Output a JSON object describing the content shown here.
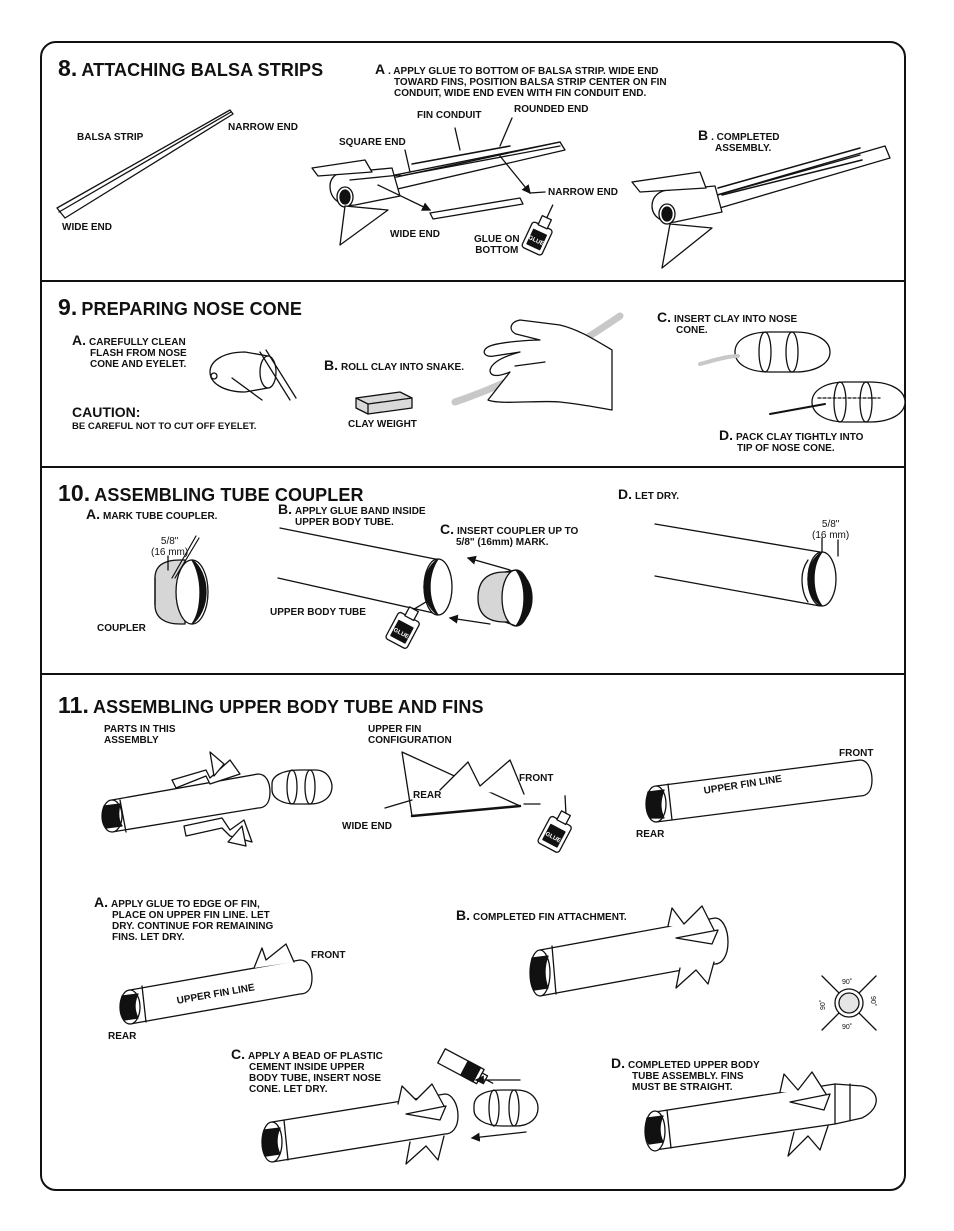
{
  "sections": {
    "s8": {
      "number": "8.",
      "title": "ATTACHING BALSA STRIPS",
      "labels": {
        "balsa_strip": "BALSA STRIP",
        "narrow_end": "NARROW END",
        "wide_end": "WIDE END",
        "fin_conduit": "FIN CONDUIT",
        "rounded_end": "ROUNDED END",
        "square_end": "SQUARE END",
        "narrow_end_2": "NARROW END",
        "wide_end_2": "WIDE END",
        "glue_on_bottom_1": "GLUE ON",
        "glue_on_bottom_2": "BOTTOM"
      },
      "steps": {
        "a_letter": "A",
        "a_line1": ". APPLY GLUE TO BOTTOM OF BALSA STRIP.  WIDE END",
        "a_line2": "TOWARD FINS, POSITION BALSA STRIP CENTER ON FIN",
        "a_line3": "CONDUIT, WIDE END EVEN WITH FIN CONDUIT END.",
        "b_letter": "B",
        "b_line1": ". COMPLETED",
        "b_line2": "ASSEMBLY."
      }
    },
    "s9": {
      "number": "9.",
      "title": "PREPARING NOSE CONE",
      "steps": {
        "a_letter": "A.",
        "a_line1": "CAREFULLY CLEAN",
        "a_line2": "FLASH FROM NOSE",
        "a_line3": "CONE AND EYELET.",
        "b_letter": "B.",
        "b_line1": "ROLL CLAY INTO SNAKE.",
        "c_letter": "C.",
        "c_line1": "INSERT CLAY INTO NOSE",
        "c_line2": "CONE.",
        "d_letter": "D.",
        "d_line1": "PACK CLAY TIGHTLY INTO",
        "d_line2": "TIP OF NOSE CONE."
      },
      "caution_heading": "CAUTION:",
      "caution_text": "BE CAREFUL NOT TO CUT OFF EYELET.",
      "clay_weight": "CLAY WEIGHT"
    },
    "s10": {
      "number": "10.",
      "title": "ASSEMBLING TUBE COUPLER",
      "steps": {
        "a_letter": "A.",
        "a_line1": "MARK TUBE COUPLER.",
        "b_letter": "B.",
        "b_line1": "APPLY GLUE BAND INSIDE",
        "b_line2": "UPPER BODY TUBE.",
        "c_letter": "C.",
        "c_line1": "INSERT COUPLER UP TO",
        "c_line2": "5/8\" (16mm) MARK.",
        "d_letter": "D.",
        "d_line1": "LET DRY."
      },
      "labels": {
        "measure_a1": "5/8\"",
        "measure_a2": "(16 mm)",
        "coupler": "COUPLER",
        "upper_body_tube": "UPPER BODY TUBE",
        "measure_d1": "5/8\"",
        "measure_d2": "(16 mm)"
      }
    },
    "s11": {
      "number": "11.",
      "title": "ASSEMBLING UPPER BODY TUBE AND FINS",
      "labels": {
        "parts_1": "PARTS IN THIS",
        "parts_2": "ASSEMBLY",
        "config_1": "UPPER FIN",
        "config_2": "CONFIGURATION",
        "front_1": "FRONT",
        "rear_1": "REAR",
        "wide_end": "WIDE END",
        "front_2": "FRONT",
        "upper_fin_line_1": "UPPER FIN LINE",
        "rear_2": "REAR",
        "front_3": "FRONT",
        "upper_fin_line_2": "UPPER FIN LINE",
        "rear_3": "REAR",
        "deg_top": "90˚",
        "deg_bottom": "90˚",
        "deg_left": "90˚",
        "deg_right": "90˚"
      },
      "steps": {
        "a_letter": "A.",
        "a_line1": "APPLY GLUE TO EDGE OF FIN,",
        "a_line2": "PLACE ON UPPER FIN LINE. LET",
        "a_line3": "DRY. CONTINUE FOR REMAINING",
        "a_line4": "FINS. LET DRY.",
        "b_letter": "B.",
        "b_line1": "COMPLETED FIN ATTACHMENT.",
        "c_letter": "C.",
        "c_line1": "APPLY A BEAD OF PLASTIC",
        "c_line2": "CEMENT INSIDE UPPER",
        "c_line3": "BODY TUBE, INSERT NOSE",
        "c_line4": "CONE. LET DRY.",
        "d_letter": "D.",
        "d_line1": "COMPLETED UPPER BODY",
        "d_line2": "TUBE ASSEMBLY.  FINS",
        "d_line3": "MUST BE STRAIGHT."
      }
    }
  },
  "glue_bottle_text": "GLUE"
}
